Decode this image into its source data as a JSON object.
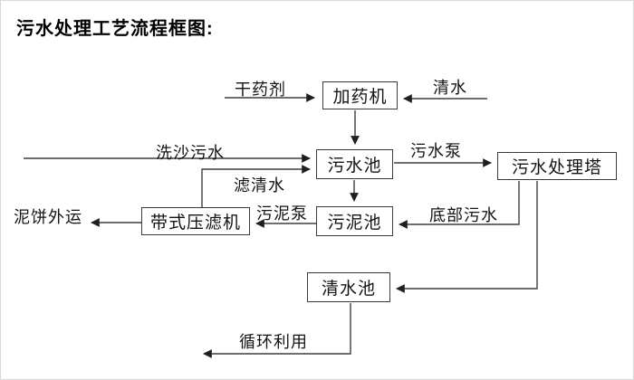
{
  "title": "污水处理工艺流程框图:",
  "nodes": {
    "dosing_machine": {
      "label": "加药机"
    },
    "sewage_pool": {
      "label": "污水池"
    },
    "treatment_tower": {
      "label": "污水处理塔"
    },
    "sludge_pool": {
      "label": "污泥池"
    },
    "belt_filter_press": {
      "label": "带式压滤机"
    },
    "clean_water_pool": {
      "label": "清水池"
    }
  },
  "flow_labels": {
    "dry_agent": {
      "label": "干药剂"
    },
    "clean_water": {
      "label": "清水"
    },
    "sand_washing_sewage": {
      "label": "洗沙污水"
    },
    "sewage_pump": {
      "label": "污水泵"
    },
    "filtered_water": {
      "label": "滤清水"
    },
    "sludge_pump": {
      "label": "污泥泵"
    },
    "bottom_sewage": {
      "label": "底部污水"
    },
    "mud_cake_out": {
      "label": "泥饼外运"
    },
    "recycling": {
      "label": "循环利用"
    }
  },
  "edges": [
    {
      "from": "dry_agent_input",
      "to": "dosing_machine",
      "label": "干药剂"
    },
    {
      "from": "clean_water_input",
      "to": "dosing_machine",
      "label": "清水"
    },
    {
      "from": "dosing_machine",
      "to": "sewage_pool",
      "label": ""
    },
    {
      "from": "sand_washing_sewage_input",
      "to": "sewage_pool",
      "label": "洗沙污水"
    },
    {
      "from": "belt_filter_press",
      "to": "sewage_pool",
      "label": "滤清水"
    },
    {
      "from": "sewage_pool",
      "to": "treatment_tower",
      "label": "污水泵"
    },
    {
      "from": "sewage_pool",
      "to": "sludge_pool",
      "label": ""
    },
    {
      "from": "treatment_tower",
      "to": "sludge_pool",
      "label": "底部污水"
    },
    {
      "from": "treatment_tower",
      "to": "clean_water_pool",
      "label": ""
    },
    {
      "from": "sludge_pool",
      "to": "belt_filter_press",
      "label": "污泥泵"
    },
    {
      "from": "belt_filter_press",
      "to": "mud_cake_out",
      "label": "泥饼外运"
    },
    {
      "from": "clean_water_pool",
      "to": "recycling_output",
      "label": "循环利用"
    }
  ],
  "colors": {
    "line": "#3f3f3f",
    "box_border": "#3a3a3a",
    "text": "#141414",
    "background": "#ffffff"
  }
}
